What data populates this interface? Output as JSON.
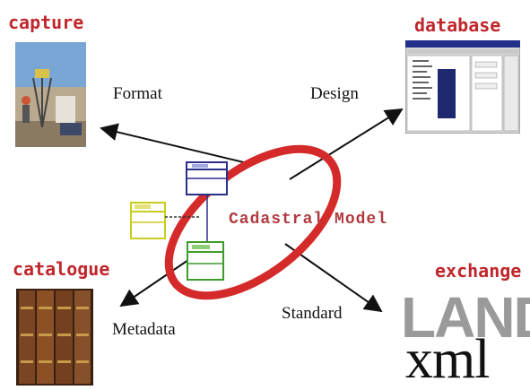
{
  "corners": {
    "capture": "capture",
    "database": "database",
    "catalogue": "catalogue",
    "exchange": "exchange"
  },
  "edges": {
    "format": "Format",
    "design": "Design",
    "metadata": "Metadata",
    "standard": "Standard"
  },
  "center": {
    "label": "Cadastral Model"
  },
  "logo": {
    "land": "LAND",
    "xml": "xml"
  },
  "colors": {
    "title_red": "#c0262b",
    "ellipse_red": "#d42a2a",
    "arrow": "#111111"
  }
}
